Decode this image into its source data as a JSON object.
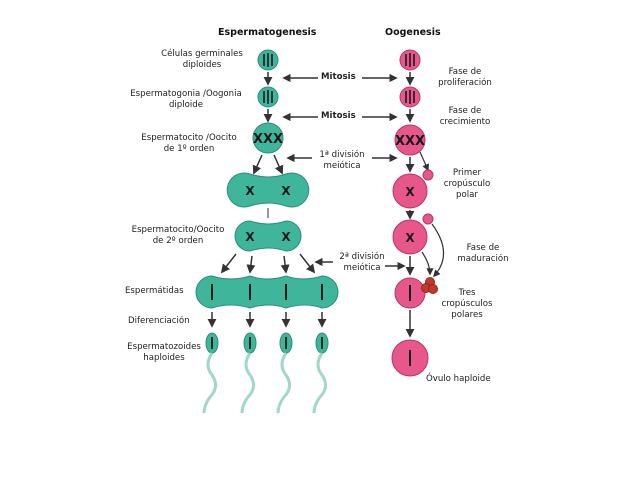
{
  "headers": {
    "sperm": "Espermatogenesis",
    "oo": "Oogenesis"
  },
  "left_labels": {
    "germ_1": "Células germinales",
    "germ_2": "diploides",
    "gonia_1": "Espermatogonia /Oogonia",
    "gonia_2": "diploide",
    "cito1_1": "Espermatocito /Oocito",
    "cito1_2": "de 1º orden",
    "cito2_1": "Espermatocito/Oocito",
    "cito2_2": "de 2º orden",
    "tidas": "Espermátidas",
    "dif": "Diferenciación",
    "zoides_1": "Espermatozoides",
    "zoides_2": "haploides"
  },
  "center_labels": {
    "mitosis_1": "Mitosis",
    "mitosis_2": "Mitosis",
    "div1_1": "1ª división",
    "div1_2": "meiótica",
    "div2_1": "2ª división",
    "div2_2": "meiótica"
  },
  "right_labels": {
    "prolif_1": "Fase de",
    "prolif_2": "proliferación",
    "crec_1": "Fase de",
    "crec_2": "crecimiento",
    "polar1_1": "Primer",
    "polar1_2": "cropúsculo",
    "polar1_3": "polar",
    "madur_1": "Fase de",
    "madur_2": "maduración",
    "tres_1": "Tres",
    "tres_2": "cropúsculos",
    "tres_3": "polares",
    "ovulo": "Óvulo haploide"
  },
  "colors": {
    "sperm_cell": "#3fb59c",
    "sperm_cell_edge": "#2a8f78",
    "oo_cell": "#e8578a",
    "oo_cell_edge": "#b8336a",
    "chromosome": "#1a1a1a",
    "arrow": "#333333",
    "polar_red": "#c0392b"
  }
}
